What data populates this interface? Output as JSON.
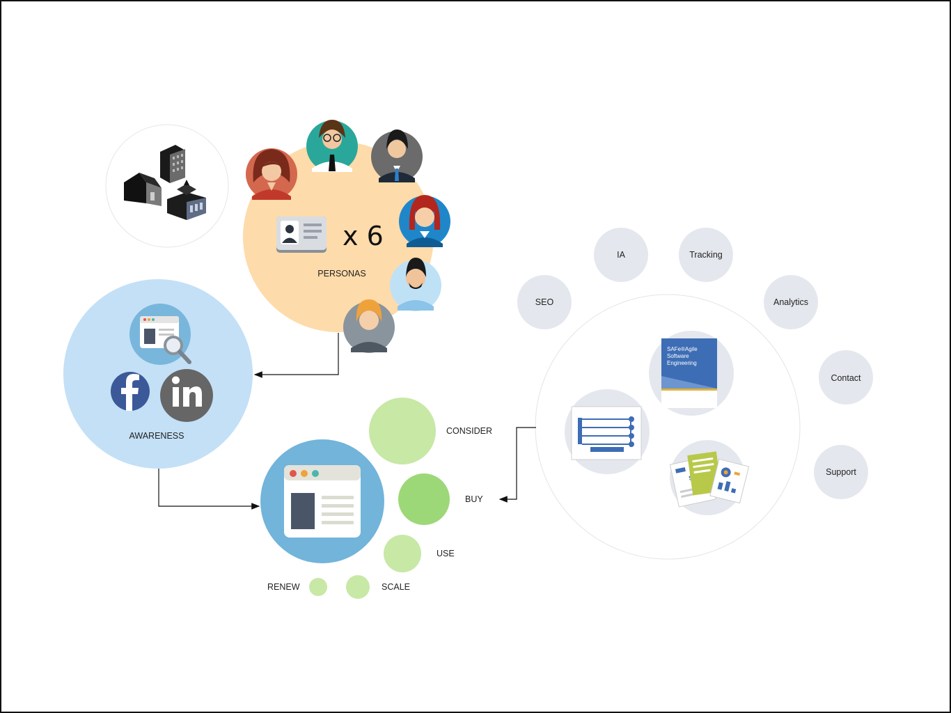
{
  "diagram": {
    "personas": {
      "multiplier": "x 6",
      "label": "PERSONAS"
    },
    "awareness": {
      "label": "AWARENESS"
    },
    "journey": {
      "consider": "CONSIDER",
      "buy": "BUY",
      "use": "USE",
      "scale": "SCALE",
      "renew": "RENEW"
    },
    "services": {
      "seo": "SEO",
      "ia": "IA",
      "tracking": "Tracking",
      "analytics": "Analytics",
      "contact": "Contact",
      "support": "Support"
    },
    "book": {
      "line1": "SAFe®Agile",
      "line2": "Software",
      "line3": "Engineering"
    },
    "report_mark": "SAFe"
  },
  "colors": {
    "personas_bg": "#fedbaa",
    "awareness_bg": "#c3e0f6",
    "web_bg": "#72b4da",
    "journey_green": "#c8e8a6",
    "buy_green": "#9dd878",
    "service_grey": "#e4e7ed",
    "connector": "#111111"
  }
}
